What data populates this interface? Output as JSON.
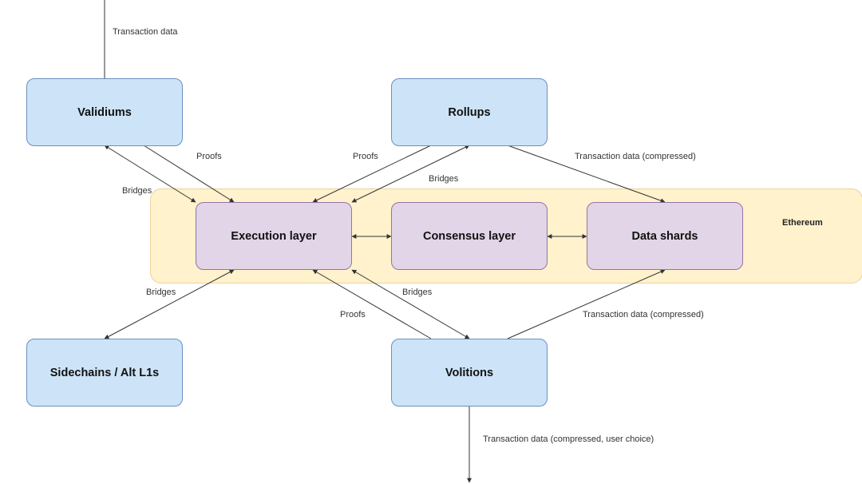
{
  "region": {
    "label": "Ethereum"
  },
  "nodes": {
    "validiums": "Validiums",
    "rollups": "Rollups",
    "execution": "Execution layer",
    "consensus": "Consensus layer",
    "shards": "Data shards",
    "sidechains": "Sidechains / Alt L1s",
    "volitions": "Volitions"
  },
  "edge_labels": {
    "tx_data_top": "Transaction data",
    "validiums_proofs": "Proofs",
    "validiums_bridges": "Bridges",
    "rollups_proofs": "Proofs",
    "rollups_bridges": "Bridges",
    "rollups_tx": "Transaction data (compressed)",
    "sidechains_bridges": "Bridges",
    "volitions_proofs": "Proofs",
    "volitions_bridges": "Bridges",
    "volitions_tx": "Transaction data (compressed)",
    "volitions_tx_bottom": "Transaction data (compressed, user choice)"
  },
  "colors": {
    "outer_fill": "#cde4f8",
    "inner_fill": "#e1d5e7",
    "region_fill": "#fff2cc",
    "edge": "#333333"
  }
}
